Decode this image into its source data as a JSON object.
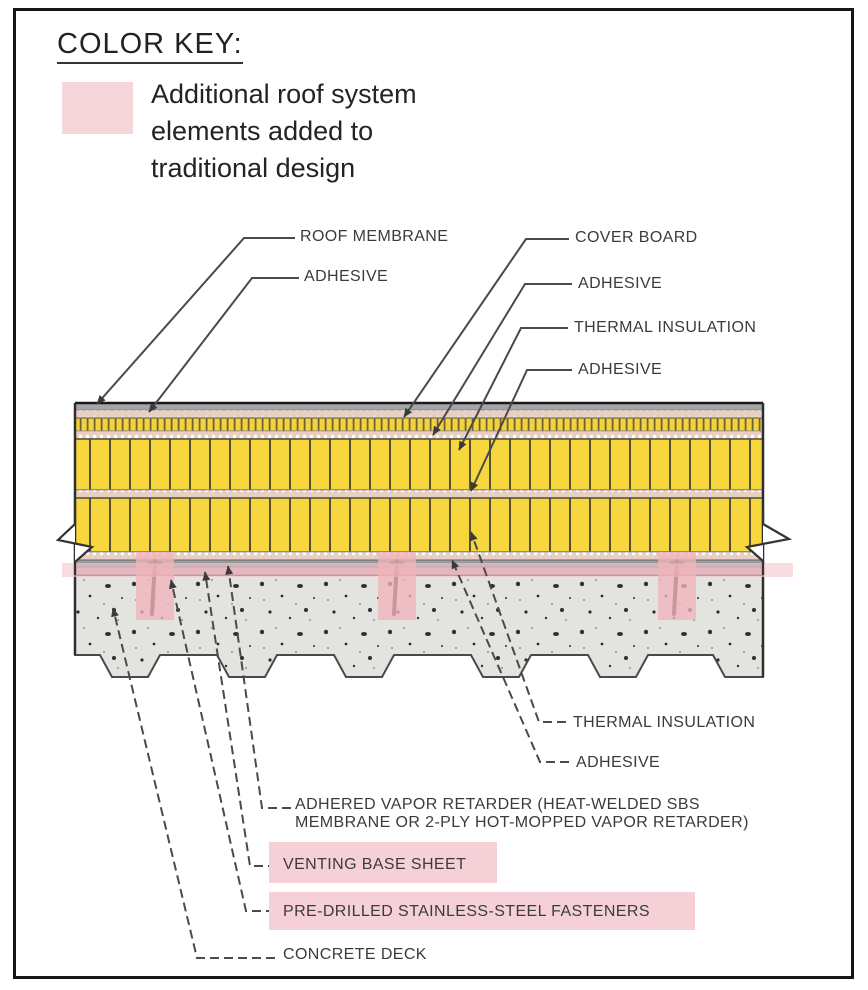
{
  "color_key": {
    "title": "COLOR KEY:",
    "swatch_color": "#f6d6da",
    "description_line1": "Additional roof system",
    "description_line2": "elements added to",
    "description_line3": "traditional design"
  },
  "diagram": {
    "highlight_color": "#f5d0d6",
    "insulation_color": "#f6d73e",
    "callouts": {
      "roof_membrane": "ROOF MEMBRANE",
      "adhesive_top_left": "ADHESIVE",
      "cover_board": "COVER BOARD",
      "adhesive_right_upper": "ADHESIVE",
      "thermal_insulation_upper": "THERMAL INSULATION",
      "adhesive_right_mid": "ADHESIVE",
      "thermal_insulation_lower": "THERMAL INSULATION",
      "adhesive_right_lower": "ADHESIVE",
      "vapor_retarder_line1": "ADHERED VAPOR RETARDER (HEAT-WELDED SBS",
      "vapor_retarder_line2": "MEMBRANE OR 2-PLY HOT-MOPPED VAPOR RETARDER)",
      "venting_base_sheet": "VENTING BASE SHEET",
      "fasteners": "PRE-DRILLED STAINLESS-STEEL FASTENERS",
      "concrete_deck": "CONCRETE DECK"
    }
  }
}
